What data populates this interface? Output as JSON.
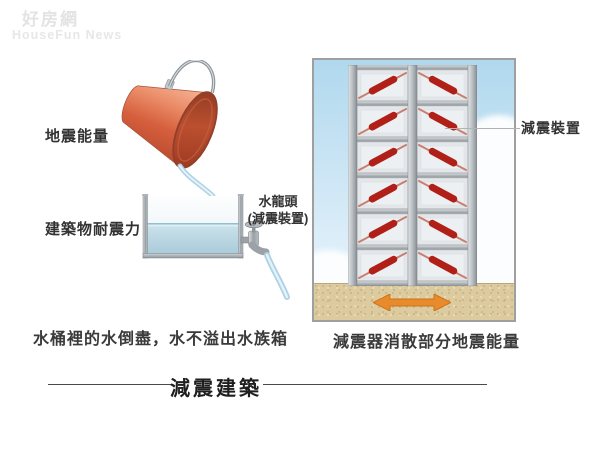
{
  "watermark": {
    "brand": "好房網",
    "subbrand": "HouseFun News"
  },
  "left_diagram": {
    "bucket_label": "地震能量",
    "tank_label": "建築物耐震力",
    "faucet_label_line1": "水龍頭",
    "faucet_label_line2": "(減震裝置)",
    "caption": "水桶裡的水倒盡，水不溢出水族箱"
  },
  "right_diagram": {
    "damper_label": "減震裝置",
    "caption": "減震器消散部分地震能量",
    "floors": 6,
    "bays_per_floor": 2,
    "dampers_per_floor": 2
  },
  "title": "減震建築",
  "colors": {
    "bucket": "#d65f3d",
    "damper_red": "#b02018",
    "arrow_orange": "#e98b2c",
    "water_blue": "#aed2e4",
    "sky_blue": "#b0d8ee",
    "ground_tan": "#dccb9f"
  }
}
